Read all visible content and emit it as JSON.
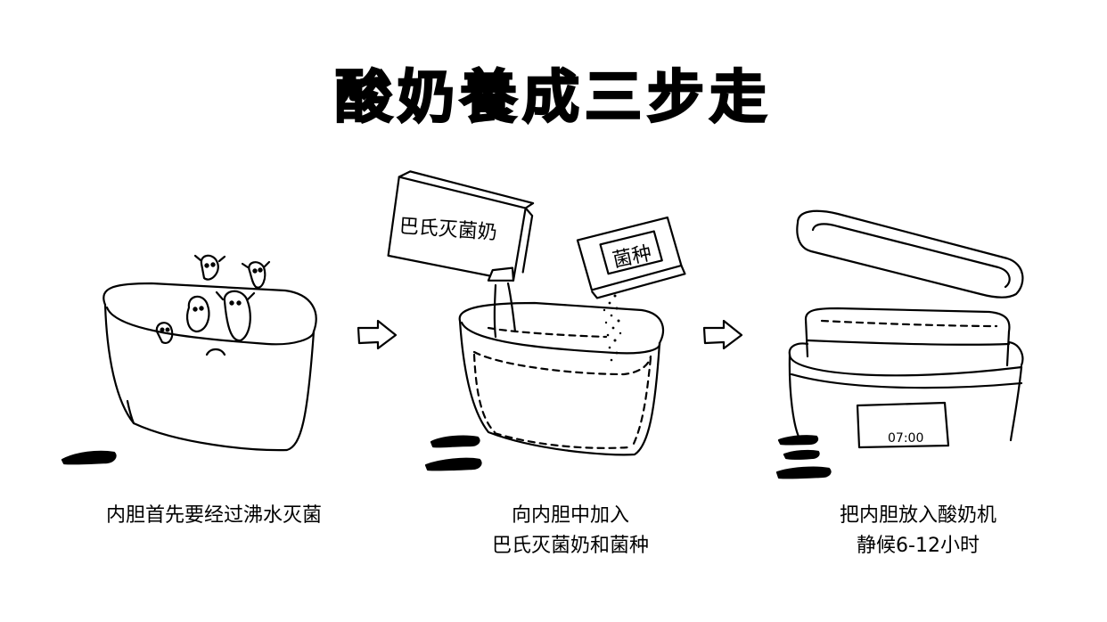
{
  "title": "酸奶養成三步走",
  "steps": [
    {
      "numeral": "一",
      "caption_lines": [
        "内胆首先要经过沸水灭菌"
      ]
    },
    {
      "numeral": "二",
      "caption_lines": [
        "向内胆中加入",
        "巴氏灭菌奶和菌种"
      ],
      "milk_box_label": "巴氏灭菌奶",
      "culture_packet_label": "菌种"
    },
    {
      "numeral": "三",
      "caption_lines": [
        "把内胆放入酸奶机",
        "静候6-12小时"
      ],
      "display_time": "07:00"
    }
  ]
}
